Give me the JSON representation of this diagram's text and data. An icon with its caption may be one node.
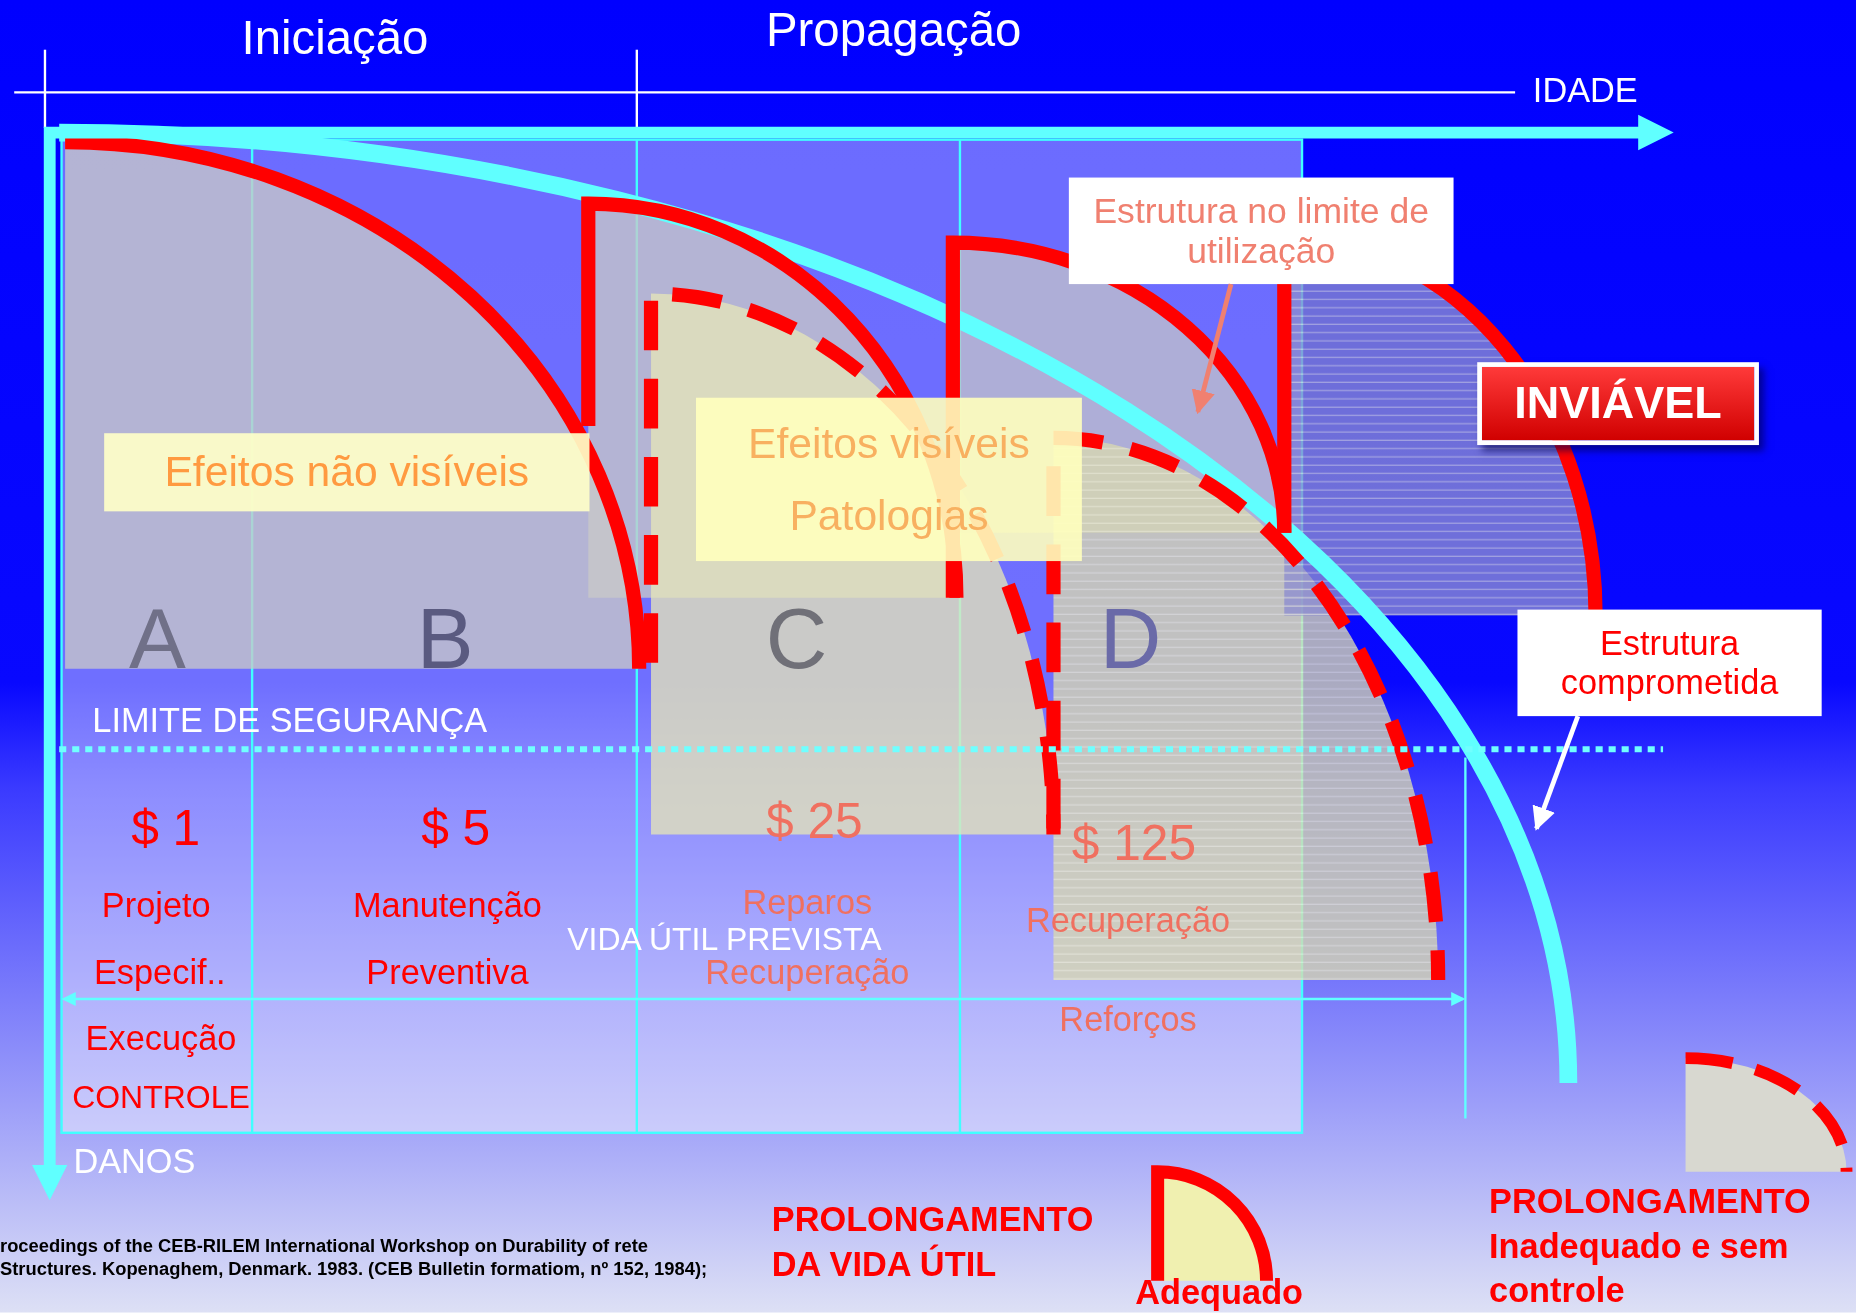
{
  "diagram": {
    "nodes": [
      {
        "text": [
          "Efeitos não visíveis"
        ]
      },
      {
        "text": [
          "Efeitos visíveis",
          "Patologias"
        ]
      },
      {
        "text": [
          "Estrutura no limite de utilização"
        ]
      },
      {
        "text": [
          "INVIÁVEL"
        ]
      },
      {
        "text": [
          "Estrutura comprometida"
        ]
      }
    ],
    "edges": [
      {
        "from": 2,
        "to": null,
        "arrow": "to",
        "color": "#f08070"
      },
      {
        "from": 4,
        "to": null,
        "arrow": "to",
        "color": "#ffffff"
      }
    ],
    "labels": [
      "Iniciação",
      "Propagação",
      "IDADE",
      "A",
      "B",
      "C",
      "D",
      "LIMITE DE SEGURANÇA",
      "$ 1",
      "$ 5",
      "$ 25",
      "$ 125",
      "Projeto",
      "Manutenção",
      "Reparos",
      "VIDA ÚTIL PREVISTA",
      "Recuperação",
      "Especif..",
      "Preventiva",
      "Recuperação",
      "Reforços",
      "Execução",
      "CONTROLE",
      "DANOS",
      "roceedings of the CEB-RILEM  International Workshop on Durability of rete Structures. Kopenaghem, Denmark. 1983. (CEB Bulletin formatiom, nº 152, 1984);",
      "PROLONGAMENTO DA VIDA ÚTIL",
      "Adequado",
      "PROLONGAMENTO Inadequado e sem controle"
    ]
  }
}
